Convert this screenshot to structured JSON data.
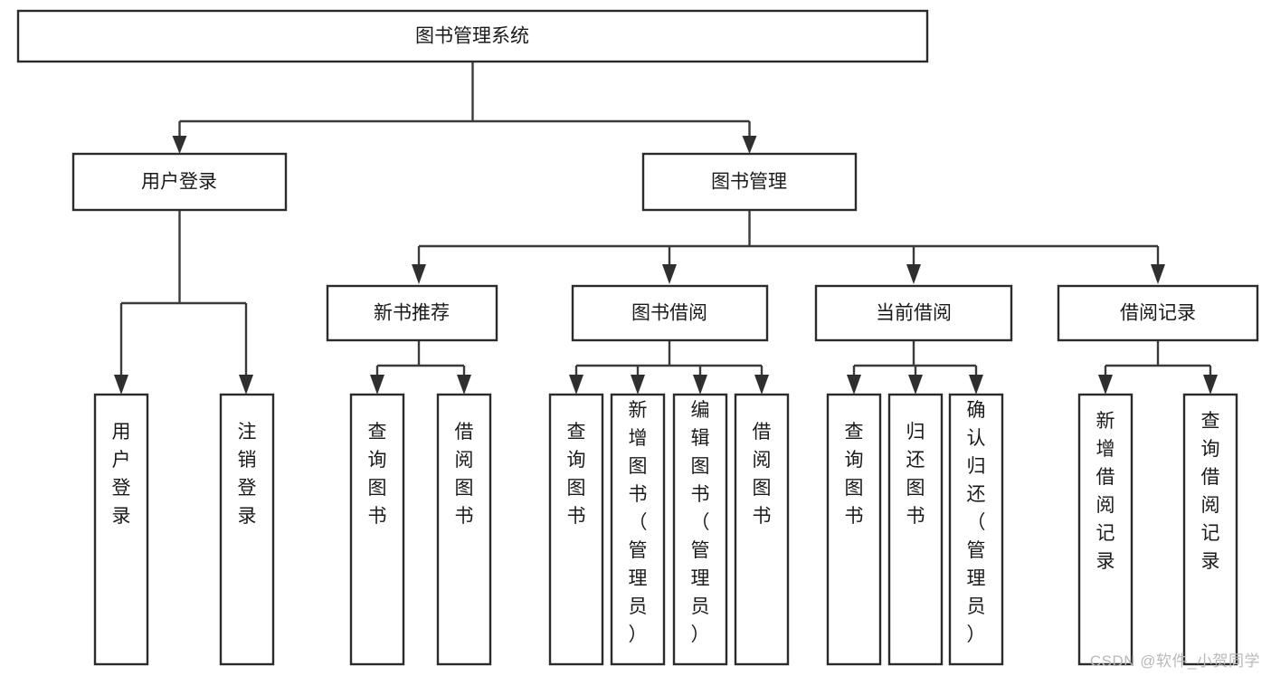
{
  "diagram": {
    "type": "tree-hierarchy",
    "title": "图书管理系统",
    "watermark": "CSDN @软件_小贺同学",
    "colors": {
      "box_fill": "#ffffff",
      "box_stroke": "#2b2b2b",
      "connector": "#3a3a3a",
      "text": "#1a1a1a",
      "watermark": "#b9b9b9"
    },
    "root": {
      "id": "root",
      "label": "图书管理系统",
      "orientation": "horizontal"
    },
    "level2": [
      {
        "id": "user-login",
        "label": "用户登录",
        "orientation": "horizontal"
      },
      {
        "id": "book-management",
        "label": "图书管理",
        "orientation": "horizontal"
      }
    ],
    "level3": [
      {
        "id": "new-book-recommend",
        "label": "新书推荐",
        "parent": "book-management",
        "orientation": "horizontal"
      },
      {
        "id": "book-borrow",
        "label": "图书借阅",
        "parent": "book-management",
        "orientation": "horizontal"
      },
      {
        "id": "current-borrow",
        "label": "当前借阅",
        "parent": "book-management",
        "orientation": "horizontal"
      },
      {
        "id": "borrow-record",
        "label": "借阅记录",
        "parent": "book-management",
        "orientation": "horizontal"
      }
    ],
    "leaves": [
      {
        "id": "leaf-user-login",
        "label": "用户登录",
        "parent": "user-login",
        "orientation": "vertical"
      },
      {
        "id": "leaf-logout-login",
        "label": "注销登录",
        "parent": "user-login",
        "orientation": "vertical"
      },
      {
        "id": "leaf-query-book-1",
        "label": "查询图书",
        "parent": "new-book-recommend",
        "orientation": "vertical"
      },
      {
        "id": "leaf-borrow-book-1",
        "label": "借阅图书",
        "parent": "new-book-recommend",
        "orientation": "vertical"
      },
      {
        "id": "leaf-query-book-2",
        "label": "查询图书",
        "parent": "book-borrow",
        "orientation": "vertical"
      },
      {
        "id": "leaf-add-book",
        "label": "新增图书（管理员）",
        "parent": "book-borrow",
        "orientation": "vertical"
      },
      {
        "id": "leaf-edit-book",
        "label": "编辑图书（管理员）",
        "parent": "book-borrow",
        "orientation": "vertical"
      },
      {
        "id": "leaf-borrow-book-2",
        "label": "借阅图书",
        "parent": "book-borrow",
        "orientation": "vertical"
      },
      {
        "id": "leaf-query-book-3",
        "label": "查询图书",
        "parent": "current-borrow",
        "orientation": "vertical"
      },
      {
        "id": "leaf-return-book",
        "label": "归还图书",
        "parent": "current-borrow",
        "orientation": "vertical"
      },
      {
        "id": "leaf-confirm-return",
        "label": "确认归还（管理员）",
        "parent": "current-borrow",
        "orientation": "vertical"
      },
      {
        "id": "leaf-add-record",
        "label": "新增借阅记录",
        "parent": "borrow-record",
        "orientation": "vertical"
      },
      {
        "id": "leaf-query-record",
        "label": "查询借阅记录",
        "parent": "borrow-record",
        "orientation": "vertical"
      }
    ]
  }
}
